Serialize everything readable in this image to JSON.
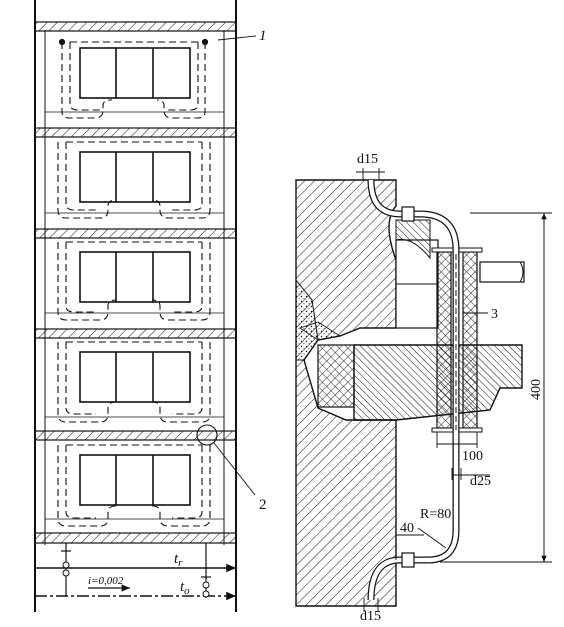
{
  "left_drawing": {
    "callout_1": "1",
    "callout_2": "2",
    "pipe_supply_label": "t",
    "pipe_supply_sub": "r",
    "pipe_return_label": "t",
    "pipe_return_sub": "o",
    "slope_label": "i=0,002"
  },
  "right_drawing": {
    "top_pipe_dia": "d15",
    "bottom_pipe_dia": "d15",
    "callout_3": "3",
    "dim_height": "400",
    "dim_sleeve": "100",
    "dim_main_dia": "d25",
    "dim_radius": "R=80",
    "dim_offset": "40"
  },
  "colors": {
    "ink": "#111111",
    "paper": "#ffffff"
  }
}
